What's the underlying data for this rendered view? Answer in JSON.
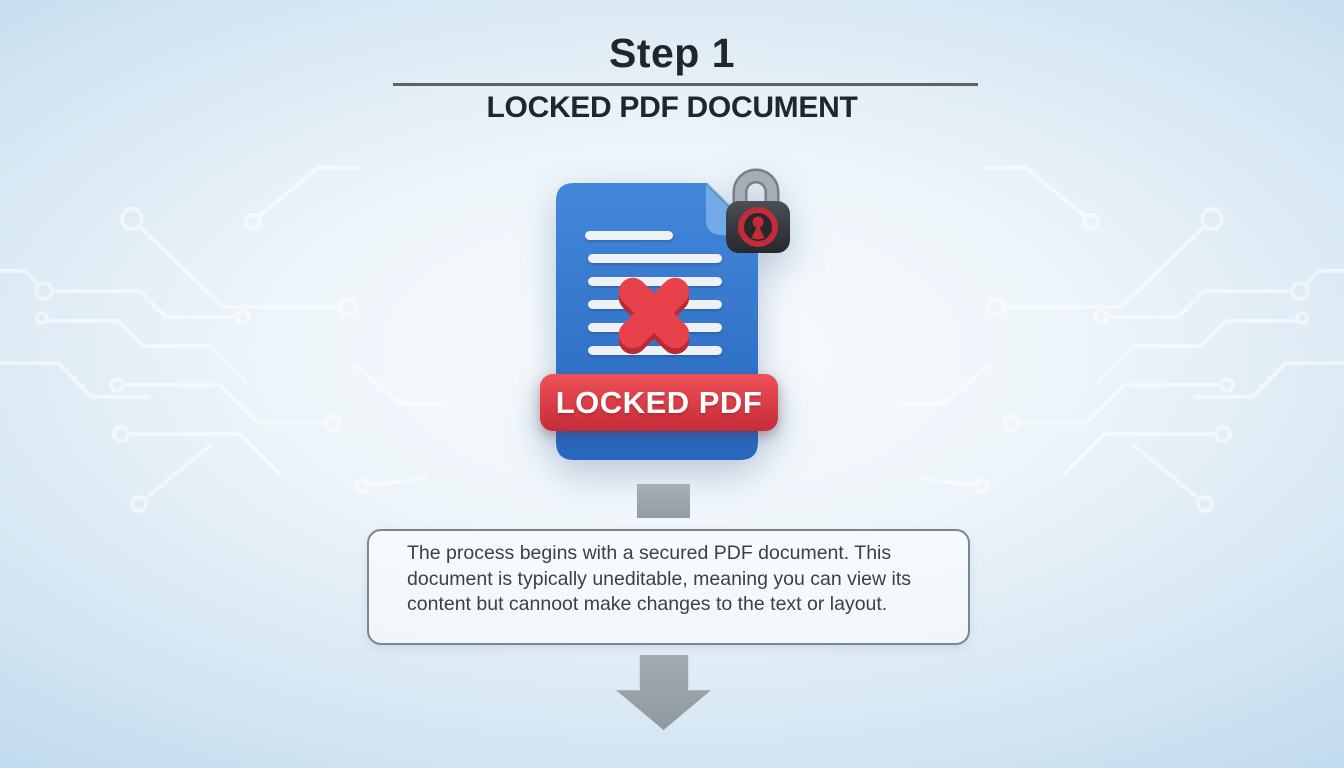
{
  "header": {
    "step_label": "Step 1",
    "title": "LOCKED PDF DOCUMENT"
  },
  "illustration": {
    "banner_label": "LOCKED PDF",
    "icons": {
      "document": "document-icon",
      "padlock": "padlock-icon",
      "cross": "cross-icon",
      "connector": "connector-block",
      "down_arrow": "down-arrow-icon",
      "background": "circuit-pattern"
    }
  },
  "description": {
    "text": "The process begins with a secured PDF document. This document is typically uneditable, meaning you can view its content but cannoot make changes to the text or layout."
  },
  "colors": {
    "background_edge": "#c2dbee",
    "background_center": "#f8fbfd",
    "title_text": "#21262b",
    "divider": "#5d6368",
    "document_blue": "#2e74c9",
    "document_fold": "#71aae7",
    "text_line_white": "#eef2f6",
    "cross_red": "#e7414c",
    "banner_red": "#d8353f",
    "banner_text": "#ffffff",
    "lock_body": "#2e3136",
    "lock_shackle": "#a6adb4",
    "lock_ring_red": "#c42b38",
    "gray_shapes": "#98a1a9",
    "description_text": "#3a4147",
    "description_border": "#7d868e",
    "circuit_line": "#ffffff"
  }
}
